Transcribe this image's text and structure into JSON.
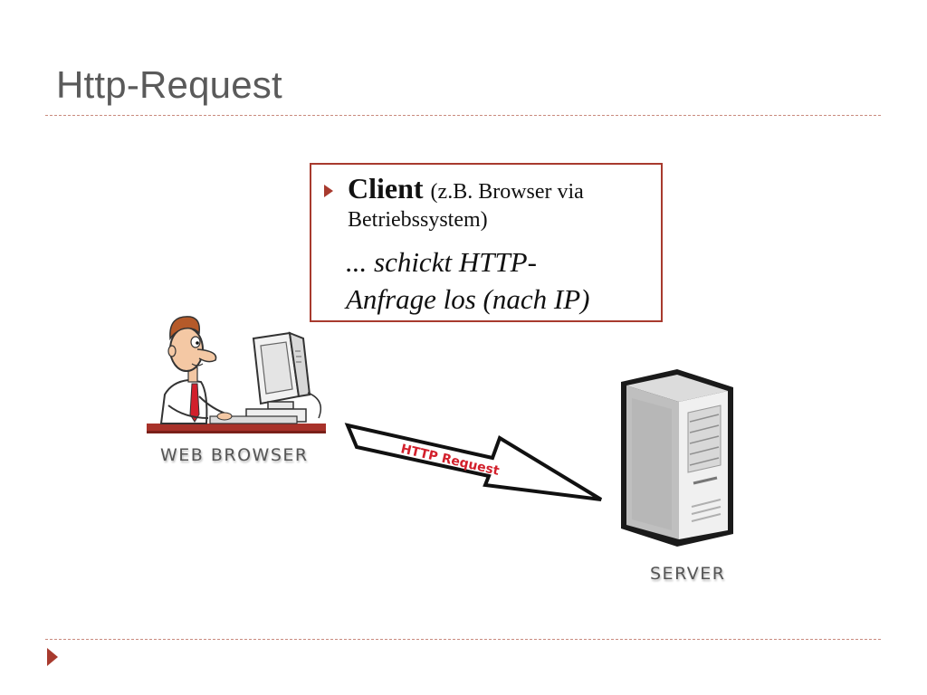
{
  "slide": {
    "title": "Http-Request",
    "callout": {
      "bullet_bold": "Client",
      "bullet_detail_line1": "(z.B. Browser via",
      "bullet_detail_line2": "Betriebssystem)",
      "italic_line1": "... schickt HTTP-",
      "italic_line2": "Anfrage los (nach IP)"
    },
    "illustration": {
      "browser_label": "WEB BROWSER",
      "arrow_label": "HTTP Request",
      "server_label": "SERVER"
    }
  },
  "colors": {
    "accent": "#a83a2e",
    "title": "#5a5a5a",
    "rule": "#c98a7e",
    "arrow_text": "#d21f2b"
  },
  "icons": {
    "bullet": "triangle-right-icon",
    "footer": "triangle-right-icon"
  }
}
